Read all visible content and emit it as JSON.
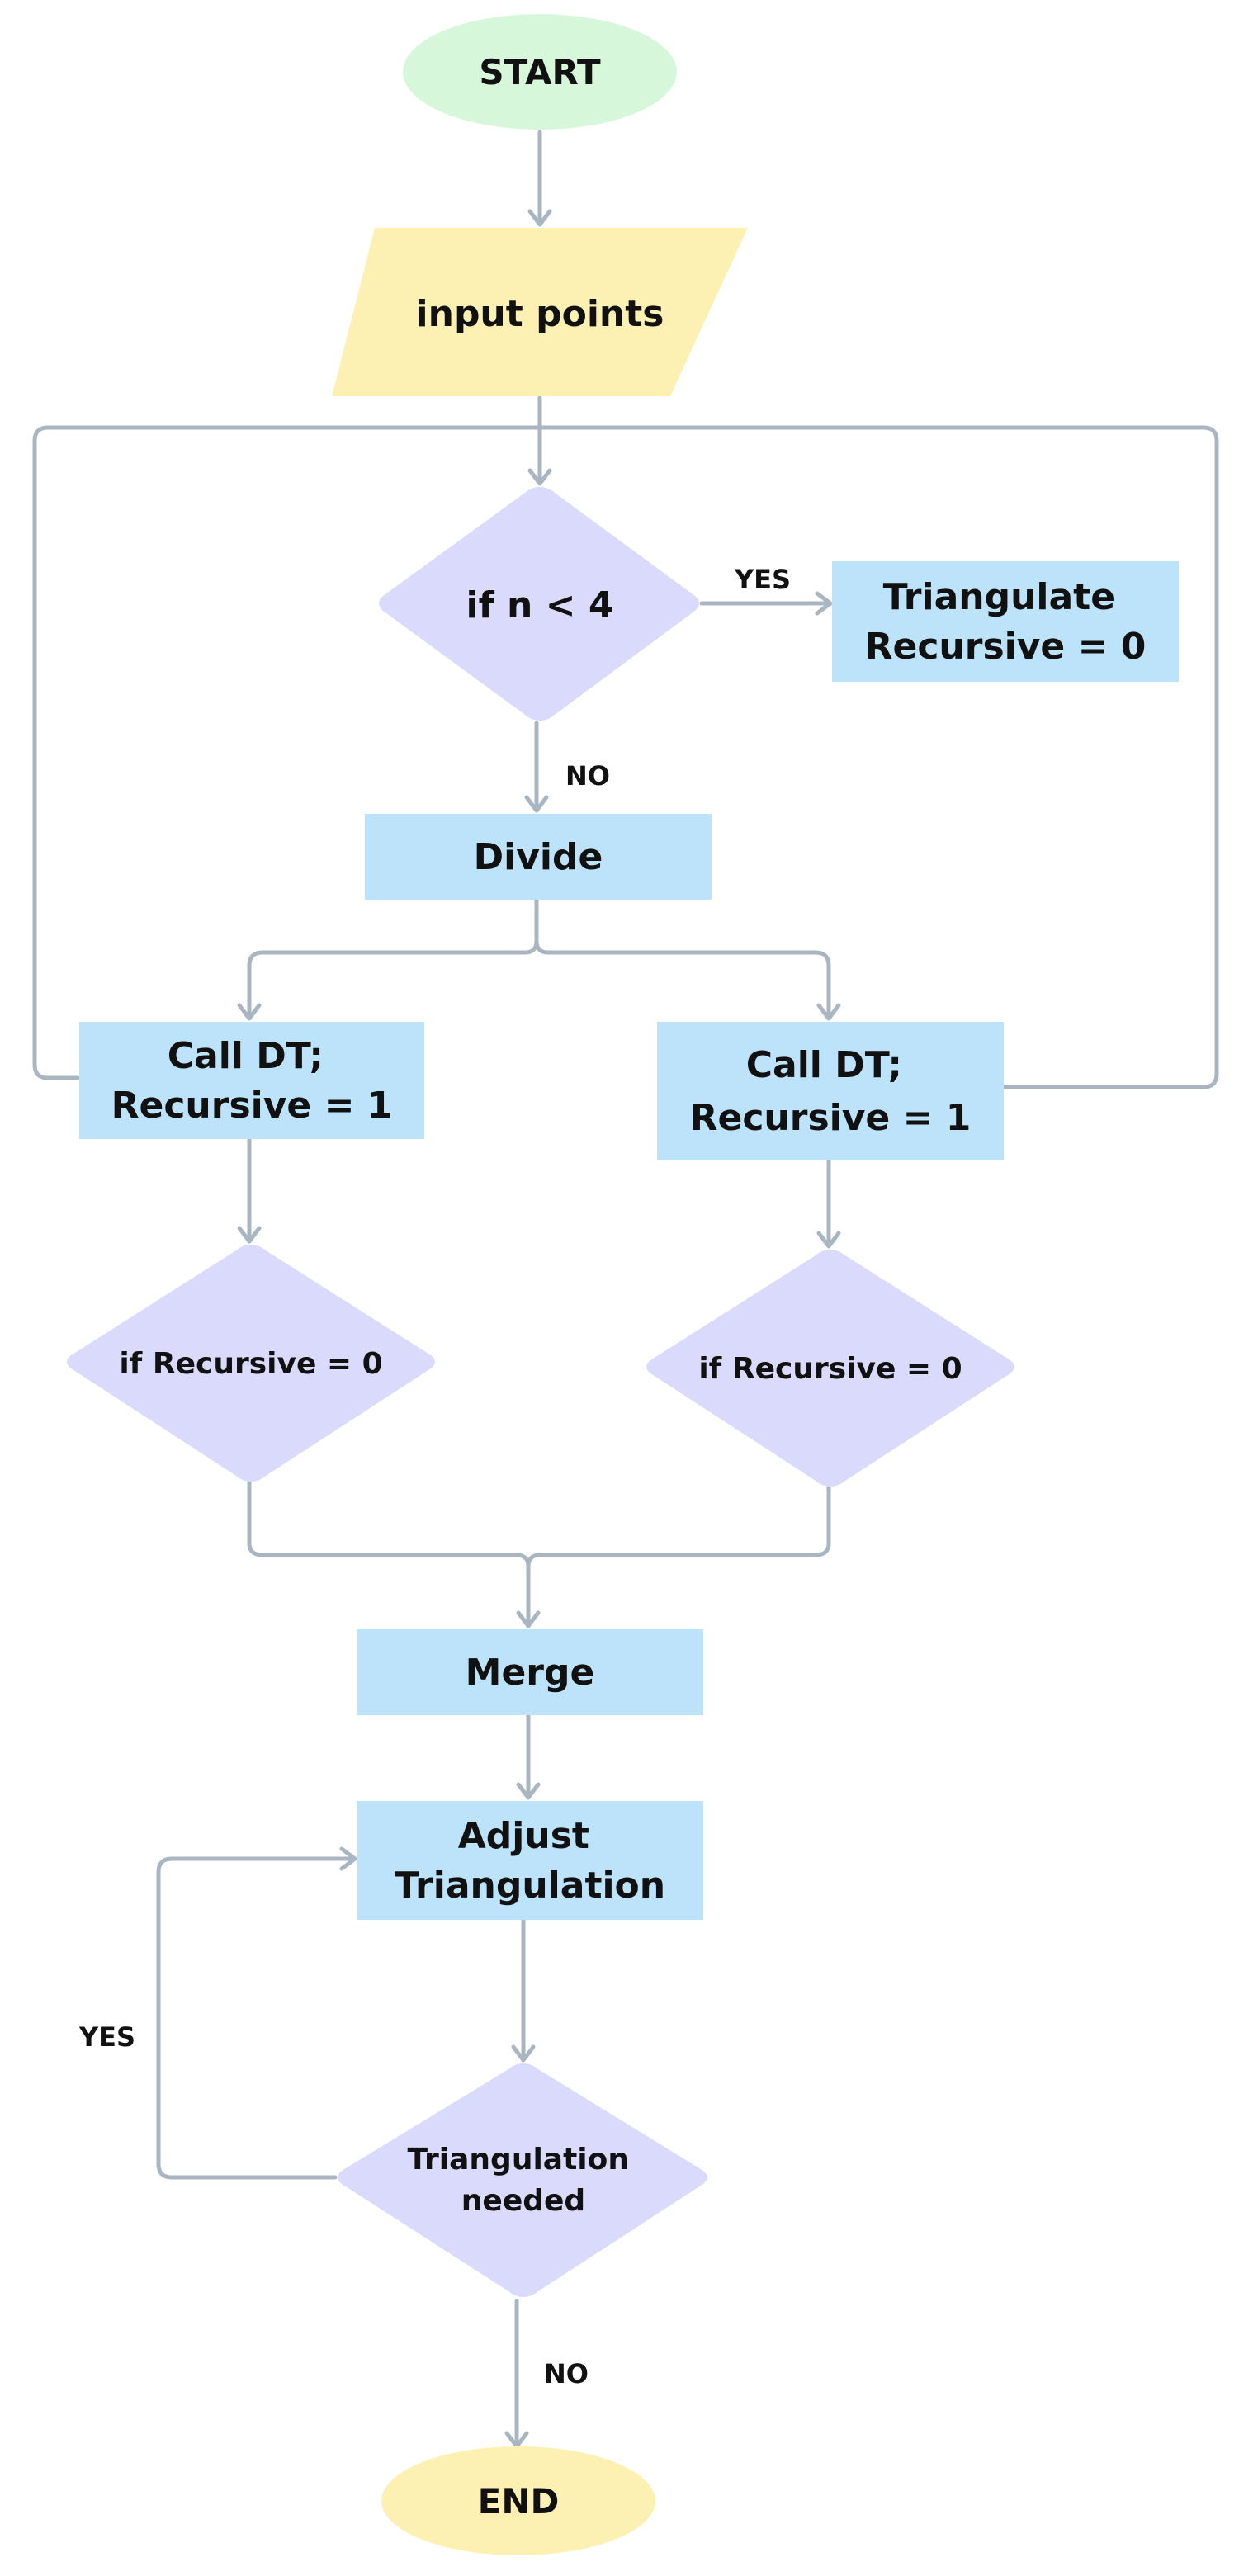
{
  "colors": {
    "terminal_start": "#d7f7db",
    "terminal_end": "#fdf0b3",
    "io": "#fdf0b3",
    "process": "#bde3fb",
    "decision": "#dadafc",
    "connector": "#a9b6c2",
    "text": "#111111"
  },
  "nodes": {
    "start": {
      "lines": [
        "START"
      ]
    },
    "input": {
      "lines": [
        "input points"
      ]
    },
    "cond_n": {
      "lines": [
        "if n < 4"
      ]
    },
    "triangulate": {
      "lines": [
        "Triangulate",
        "Recursive = 0"
      ]
    },
    "divide": {
      "lines": [
        "Divide"
      ]
    },
    "call_left": {
      "lines": [
        "Call DT;",
        "Recursive = 1"
      ]
    },
    "call_right": {
      "lines": [
        "Call DT;",
        "Recursive = 1"
      ]
    },
    "cond_left": {
      "lines": [
        "if Recursive = 0"
      ]
    },
    "cond_right": {
      "lines": [
        "if Recursive = 0"
      ]
    },
    "merge": {
      "lines": [
        "Merge"
      ]
    },
    "adjust": {
      "lines": [
        "Adjust",
        "Triangulation"
      ]
    },
    "cond_tri": {
      "lines": [
        "Triangulation",
        "needed"
      ]
    },
    "end": {
      "lines": [
        "END"
      ]
    }
  },
  "edge_labels": {
    "yes_top": "YES",
    "no_top": "NO",
    "yes_loop": "YES",
    "no_end": "NO"
  }
}
